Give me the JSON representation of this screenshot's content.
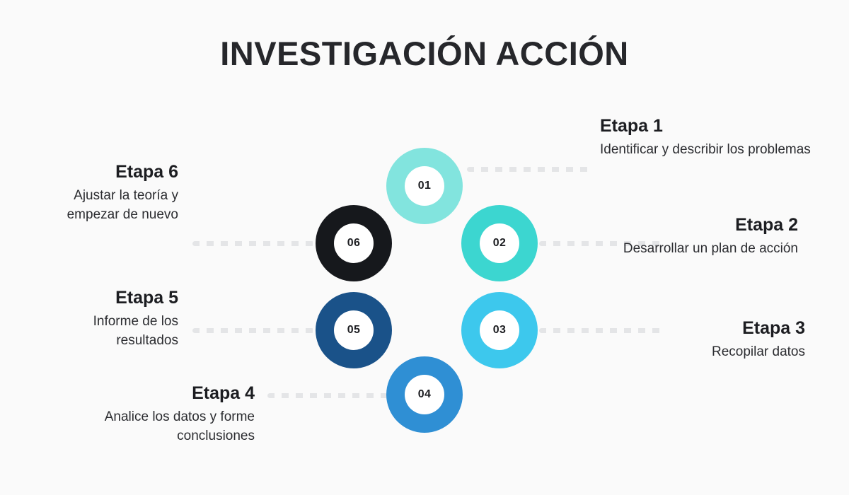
{
  "page": {
    "title": "INVESTIGACIÓN ACCIÓN",
    "background_color": "#fafafa",
    "connector_color": "#e4e5e7",
    "text_color": "#1c1d21"
  },
  "diagram": {
    "type": "cycle-infographic",
    "steps": [
      {
        "id": "01",
        "number": "01",
        "heading": "Etapa 1",
        "description": "Identificar y describir los problemas",
        "color": "#82e4de",
        "side": "right"
      },
      {
        "id": "02",
        "number": "02",
        "heading": "Etapa 2",
        "description": "Desarrollar un plan de acción",
        "color": "#3cd6d0",
        "side": "right"
      },
      {
        "id": "03",
        "number": "03",
        "heading": "Etapa 3",
        "description": "Recopilar datos",
        "color": "#3dc8ed",
        "side": "right"
      },
      {
        "id": "04",
        "number": "04",
        "heading": "Etapa 4",
        "description": "Analice los datos y forme conclusiones",
        "color": "#2f8fd4",
        "side": "left"
      },
      {
        "id": "05",
        "number": "05",
        "heading": "Etapa 5",
        "description": "Informe de los resultados",
        "color": "#1a5289",
        "side": "left"
      },
      {
        "id": "06",
        "number": "06",
        "heading": "Etapa 6",
        "description": "Ajustar la teoría y empezar de nuevo",
        "color": "#16181c",
        "side": "left"
      }
    ]
  }
}
